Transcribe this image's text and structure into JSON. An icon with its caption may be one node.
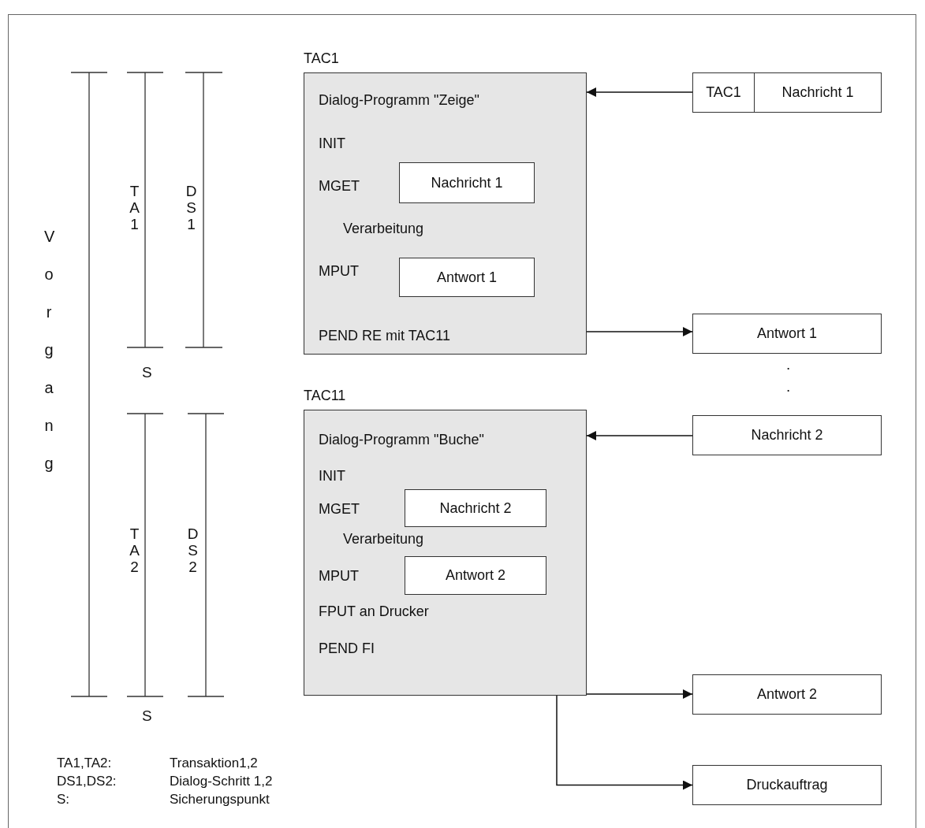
{
  "diagram": {
    "nodes": [
      {
        "text": [
          "TAC1",
          "Dialog-Programm \"Zeige\"",
          "INIT",
          "MGET",
          "Verarbeitung",
          "MPUT",
          "PEND RE mit TAC11"
        ]
      },
      {
        "text": [
          "Nachricht 1"
        ],
        "in": 0
      },
      {
        "text": [
          "Antwort 1"
        ],
        "in": 0
      },
      {
        "text": [
          "TAC1",
          "Nachricht 1"
        ]
      },
      {
        "text": [
          "Antwort 1"
        ]
      },
      {
        "text": [
          "TAC11",
          "Dialog-Programm \"Buche\"",
          "INIT",
          "MGET",
          "Verarbeitung",
          "MPUT",
          "FPUT an Drucker",
          "PEND FI"
        ]
      },
      {
        "text": [
          "Nachricht 2"
        ],
        "in": 5
      },
      {
        "text": [
          "Antwort 2"
        ],
        "in": 5
      },
      {
        "text": [
          "Nachricht 2"
        ]
      },
      {
        "text": [
          "Antwort 2"
        ]
      },
      {
        "text": [
          "Druckauftrag"
        ]
      }
    ],
    "edges": [
      {
        "from": 3,
        "to": 0,
        "arrow": "to"
      },
      {
        "from": 0,
        "to": 4,
        "arrow": "to"
      },
      {
        "from": 8,
        "to": 5,
        "arrow": "to"
      },
      {
        "from": 5,
        "to": 9,
        "arrow": "to"
      },
      {
        "from": 5,
        "to": 10,
        "arrow": "to"
      }
    ],
    "labels": [
      "Vorgang",
      "TA1",
      "DS1",
      "S",
      "TA2",
      "DS2",
      "S",
      ".",
      ".",
      "TA1,TA2:",
      "Transaktion1,2",
      "DS1,DS2:",
      "Dialog-Schritt 1,2",
      "S:",
      "Sicherungspunkt"
    ]
  }
}
